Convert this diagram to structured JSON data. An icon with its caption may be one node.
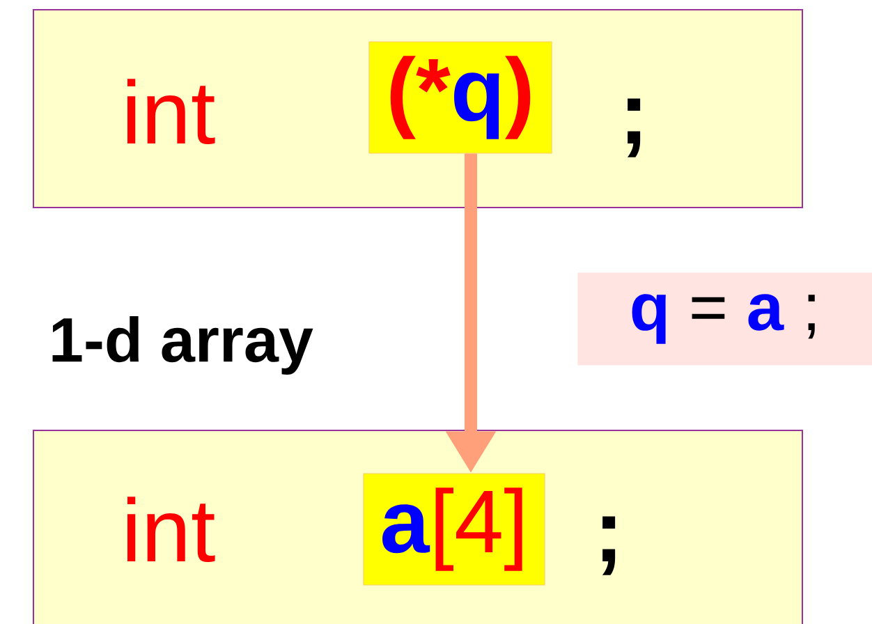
{
  "diagram": {
    "nodes": [
      {
        "text": [
          "int",
          ";"
        ]
      },
      {
        "text": [
          "(*",
          "q",
          ")"
        ],
        "in": 0
      },
      {
        "text": [
          "int",
          ";"
        ]
      },
      {
        "text": [
          "a",
          "[4]"
        ],
        "in": 2
      },
      {
        "text": [
          "q",
          "=",
          "a",
          ";"
        ]
      }
    ],
    "edges": [
      {
        "from": 1,
        "to": 3,
        "arrow": "to",
        "color": "#ffa07a"
      }
    ],
    "labels": [
      "1-d array"
    ]
  }
}
